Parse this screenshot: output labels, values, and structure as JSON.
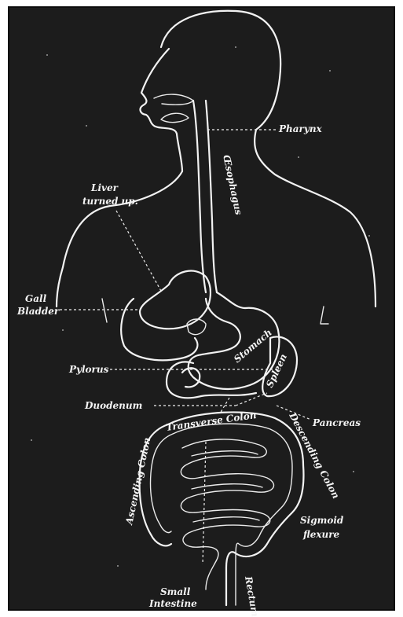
{
  "labels": {
    "pharynx": "Pharynx",
    "oesophagus": "Œsophagus",
    "liver_line1": "Liver",
    "liver_line2": "turned up.",
    "gall_line1": "Gall",
    "gall_line2": "Bladder",
    "stomach": "Stomach",
    "spleen": "Spleen",
    "pylorus": "Pylorus",
    "duodenum": "Duodenum",
    "pancreas": "Pancreas",
    "transverse_colon": "Transverse Colon",
    "descending_colon": "Descending Colon",
    "ascending_colon": "Ascending Colon",
    "sigmoid_line1": "Sigmoid",
    "sigmoid_line2": "flexure",
    "small_line1": "Small",
    "small_line2": "Intestine",
    "rectum": "Rectum"
  },
  "colors": {
    "background": "#1c1c1c",
    "line": "#f2f2f2"
  }
}
